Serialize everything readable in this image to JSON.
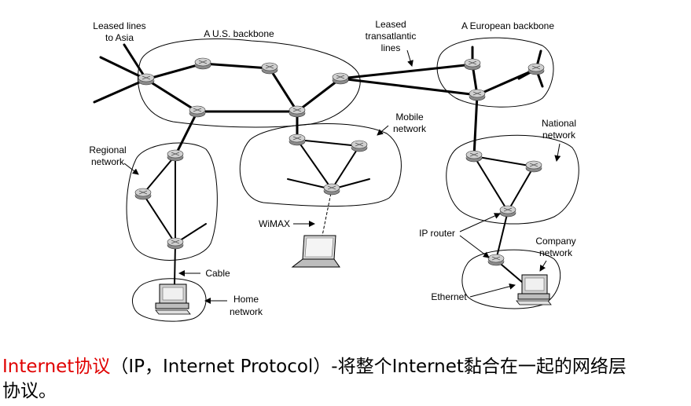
{
  "labels": {
    "leased_asia": [
      "Leased lines",
      "to Asia"
    ],
    "us_backbone": "A U.S. backbone",
    "leased_transatlantic": [
      "Leased",
      "transatlantic",
      "lines"
    ],
    "european_backbone": "A European backbone",
    "mobile_network": [
      "Mobile",
      "network"
    ],
    "regional_network": [
      "Regional",
      "network"
    ],
    "national_network": [
      "National",
      "network"
    ],
    "wimax": "WiMAX",
    "ip_router": "IP router",
    "company_network": [
      "Company",
      "network"
    ],
    "cable": "Cable",
    "home_network": [
      "Home",
      "network"
    ],
    "ethernet": "Ethernet"
  },
  "caption": {
    "highlight": "Internet协议",
    "rest_line1": "（IP，Internet Protocol）-将整个Internet黏合在一起的网络层",
    "line2": "协议。"
  },
  "colors": {
    "highlight": "#e00000",
    "router_fill": "#c8c8c8",
    "line": "#000000"
  }
}
